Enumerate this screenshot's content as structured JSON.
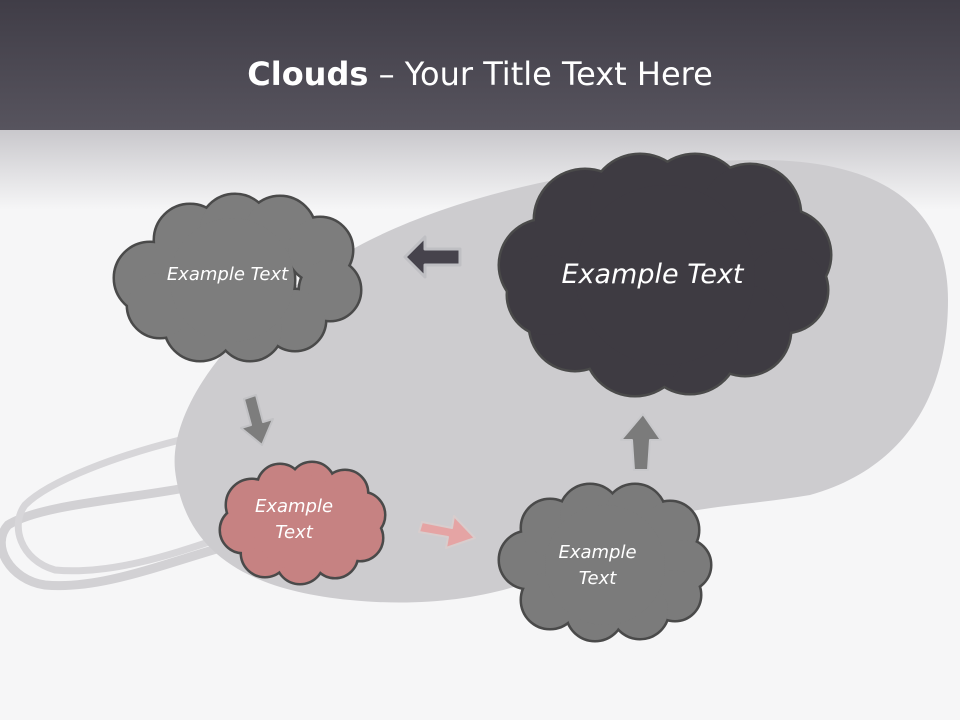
{
  "title": {
    "bold": "Clouds",
    "dash": " – ",
    "rest": "Your Title Text Here"
  },
  "clouds": [
    {
      "id": "top-left",
      "label": "Example Text",
      "color": "#7d7d7d"
    },
    {
      "id": "top-right",
      "label": "Example Text",
      "color": "#3e3b42"
    },
    {
      "id": "bottom-left",
      "label": "Example\nText",
      "color": "#c68282"
    },
    {
      "id": "bottom-right",
      "label": "Example\nText",
      "color": "#7b7b7b"
    }
  ],
  "arrow_colors": {
    "left": "#46434c",
    "down": "#7d7d7d",
    "right": "#e5a4a4",
    "up": "#7b7b7b"
  },
  "colors": {
    "header": "#4b4851",
    "mask": "#cdcccf",
    "outline": "#4a4a4a"
  }
}
